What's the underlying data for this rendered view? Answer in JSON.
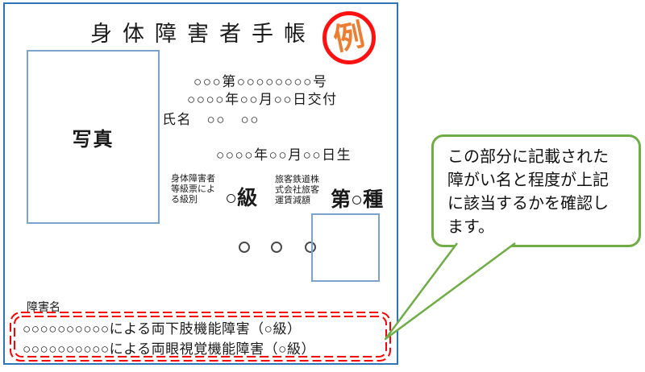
{
  "card": {
    "title": "身体障害者手帳",
    "stamp_label": "例",
    "photo_label": "写真",
    "serial_line": "○○○第○○○○○○○○号",
    "issue_line": "○○○○年○○月○○日交付",
    "name_label": "氏名",
    "name_value": "○○　○○",
    "birth_line": "○○○○年○○月○○日生",
    "grade": {
      "grade_caption": "身体障害者\n等級票によ\nる級別",
      "grade_value": "○級",
      "fare_caption": "旅客鉄道株\n式会社旅客\n運賃減額",
      "fare_value": "第○種"
    },
    "disability": {
      "label": "障害名",
      "line1": "○○○○○○○○○○による両下肢機能障害（○級）",
      "line2": "○○○○○○○○○○による両眼視覚機能障害（○級）"
    }
  },
  "callout": {
    "text": "この部分に記載された\n障がい名と程度が上記\nに該当するかを確認し\nます。"
  },
  "colors": {
    "card_border": "#2E75B6",
    "box_border": "#7CA2CE",
    "stamp_ring_red": "#FF1111",
    "stamp_text_orange": "#ED7D31",
    "highlight_dashed_red": "#FF0000",
    "callout_green": "#70AD47"
  }
}
